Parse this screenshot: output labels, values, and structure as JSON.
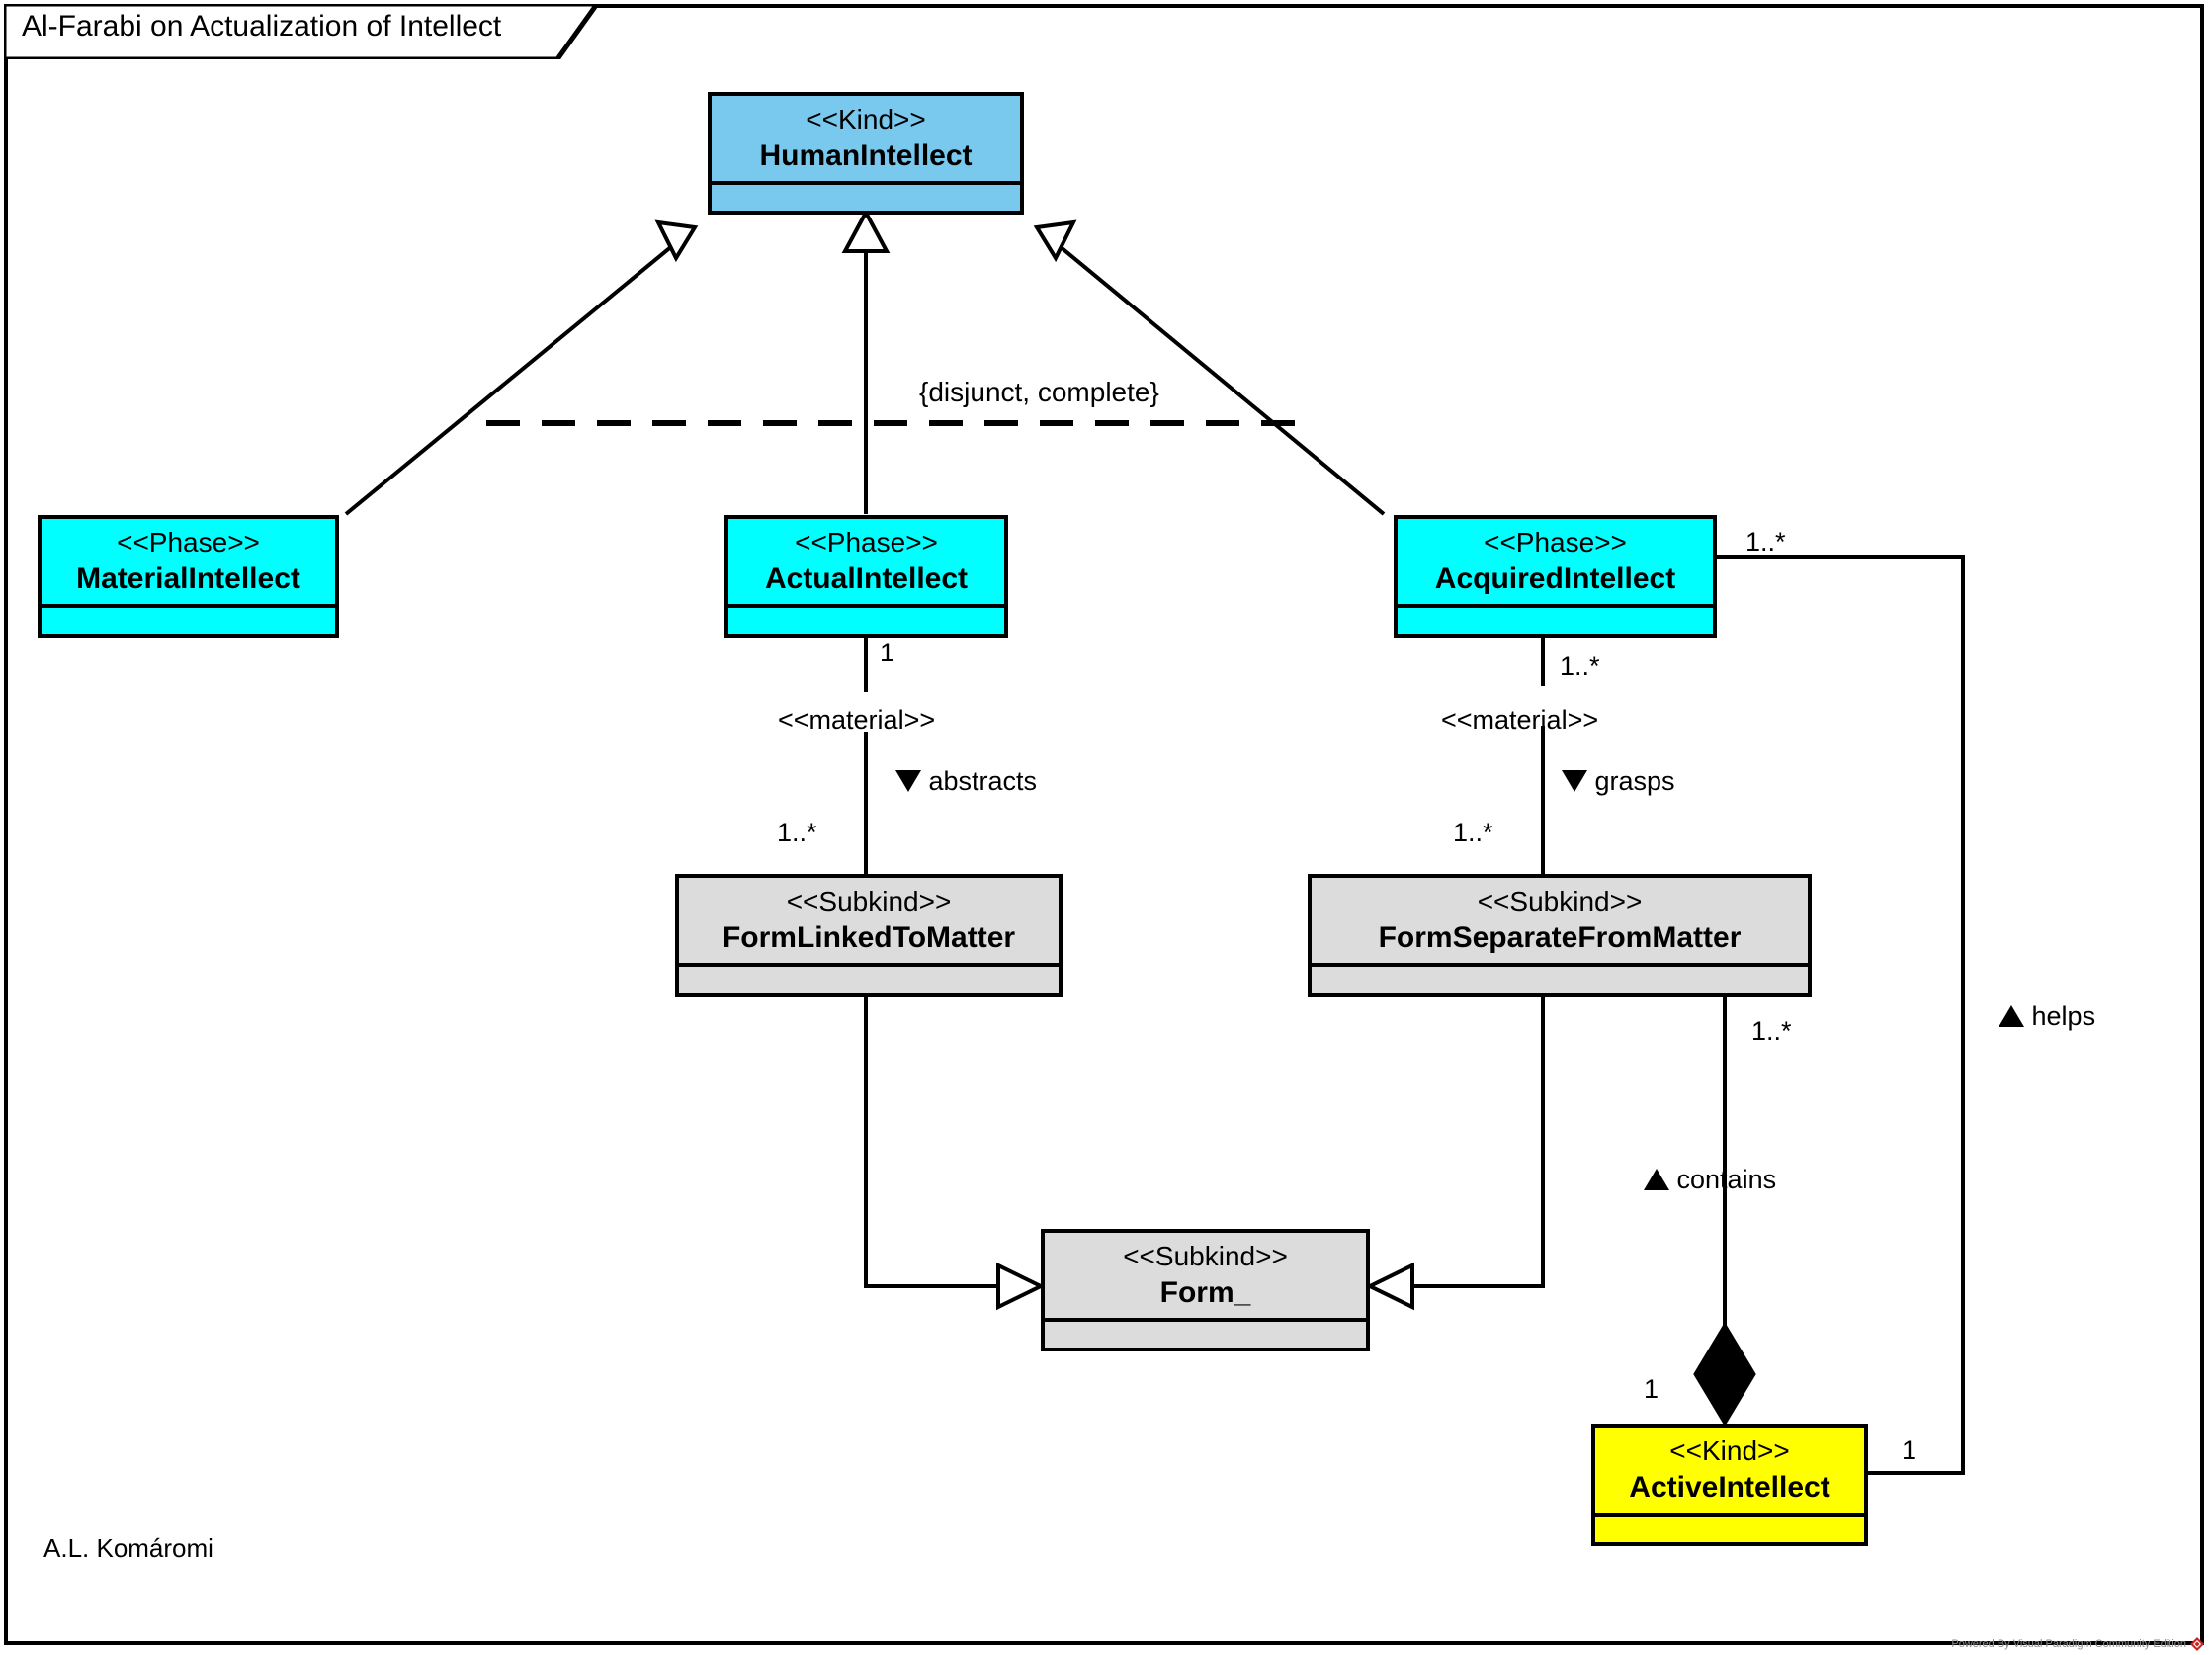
{
  "diagram": {
    "title": "Al-Farabi on Actualization of Intellect",
    "author": "A.L. Komáromi",
    "watermark": "Powered By  Visual Paradigm Community Edition",
    "generalization_set_constraint": "{disjunct, complete}"
  },
  "colors": {
    "kind_blue": "#79c8ee",
    "phase_cyan": "#00ffff",
    "subkind_grey": "#dcdcdc",
    "kind_yellow": "#ffff00",
    "line": "#000000",
    "watermark_text": "#8a8a8a",
    "watermark_logo": "#cc2222"
  },
  "classes": [
    {
      "id": "humanIntellect",
      "stereotype": "<<Kind>>",
      "name": "HumanIntellect"
    },
    {
      "id": "materialIntellect",
      "stereotype": "<<Phase>>",
      "name": "MaterialIntellect"
    },
    {
      "id": "actualIntellect",
      "stereotype": "<<Phase>>",
      "name": "ActualIntellect"
    },
    {
      "id": "acquiredIntellect",
      "stereotype": "<<Phase>>",
      "name": "AcquiredIntellect"
    },
    {
      "id": "formLinkedToMatter",
      "stereotype": "<<Subkind>>",
      "name": "FormLinkedToMatter"
    },
    {
      "id": "formSeparateFromMatter",
      "stereotype": "<<Subkind>>",
      "name": "FormSeparateFromMatter"
    },
    {
      "id": "form",
      "stereotype": "<<Subkind>>",
      "name": "Form_"
    },
    {
      "id": "activeIntellect",
      "stereotype": "<<Kind>>",
      "name": "ActiveIntellect"
    }
  ],
  "associations": {
    "abstracts": {
      "stereotype": "<<material>>",
      "name": "abstracts",
      "direction": "down",
      "source_multiplicity": "1",
      "target_multiplicity": "1..*"
    },
    "grasps": {
      "stereotype": "<<material>>",
      "name": "grasps",
      "direction": "down",
      "source_multiplicity": "1..*",
      "target_multiplicity": "1..*"
    },
    "contains": {
      "name": "contains",
      "direction": "up",
      "source_multiplicity": "1..*",
      "target_multiplicity": "1"
    },
    "helps": {
      "name": "helps",
      "direction": "up",
      "source_multiplicity": "1..*",
      "target_multiplicity": "1"
    }
  }
}
